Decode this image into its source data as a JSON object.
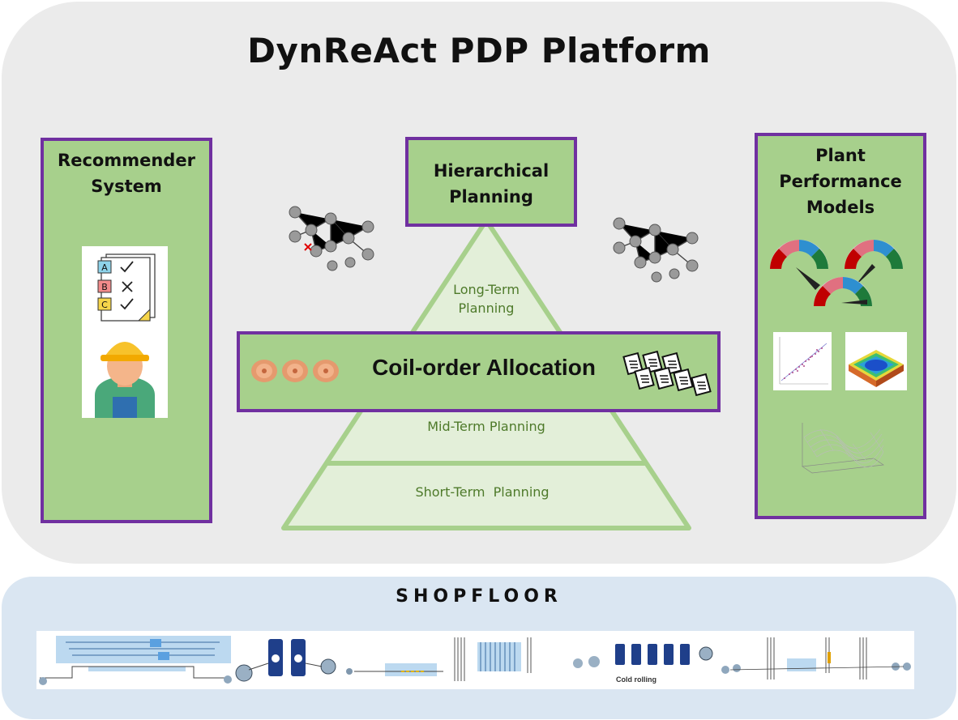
{
  "title": "DynReAct PDP Platform",
  "recommender": {
    "title_line1": "Recommender",
    "title_line2": "System",
    "checklist_letters": [
      "A",
      "B",
      "C"
    ]
  },
  "hierarchical": {
    "title_line1": "Hierarchical",
    "title_line2": "Planning"
  },
  "performance": {
    "title_line1": "Plant",
    "title_line2": "Performance",
    "title_line3": "Models"
  },
  "pyramid": {
    "long_term_line1": "Long-Term",
    "long_term_line2": "Planning",
    "mid_term": "Mid-Term Planning",
    "short_term": "Short-Term  Planning"
  },
  "allocation": {
    "label": "Coil-order Allocation"
  },
  "shopfloor": {
    "label": "SHOPFLOOR",
    "cold_rolling_label": "Cold rolling"
  },
  "colors": {
    "platform_bg": "#ebebeb",
    "box_green": "#a7d08c",
    "box_border": "#7030a0",
    "pyramid_fill": "#e3efd9",
    "pyramid_stroke": "#a7d08c",
    "tier_text": "#4e7a2a",
    "shopfloor_bg": "#dae6f2"
  }
}
